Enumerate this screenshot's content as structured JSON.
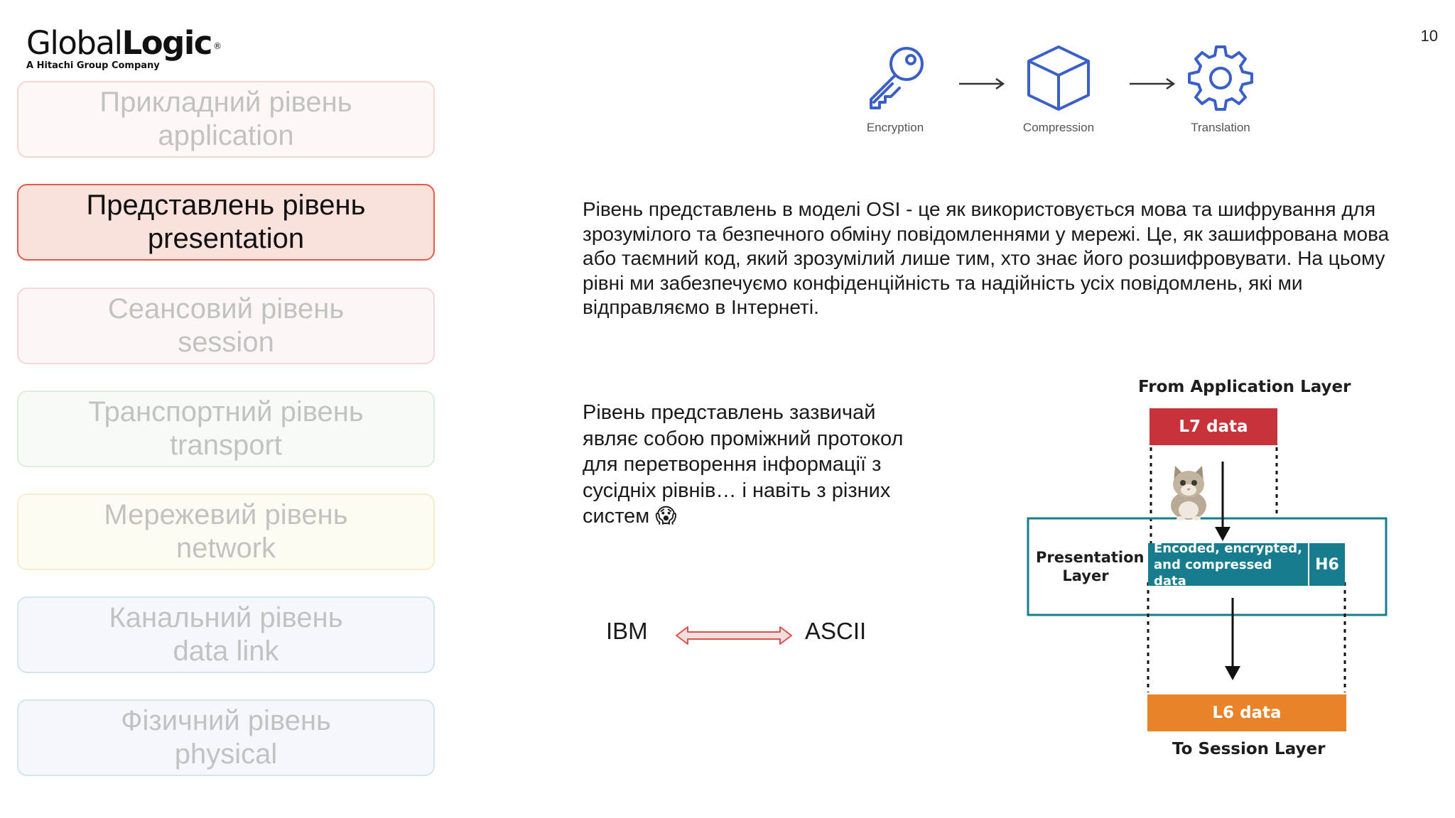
{
  "slide": {
    "page_number": "10"
  },
  "logo": {
    "word_light": "Global",
    "word_bold": "Logic",
    "trademark": "®",
    "subtitle": "A Hitachi Group Company"
  },
  "layers": [
    {
      "name_uk": "Прикладний рівень",
      "name_en": "application",
      "active": false
    },
    {
      "name_uk": "Представлень рівень",
      "name_en": "presentation",
      "active": true
    },
    {
      "name_uk": "Сеансовий рівень",
      "name_en": "session",
      "active": false
    },
    {
      "name_uk": "Транспортний рівень",
      "name_en": "transport",
      "active": false
    },
    {
      "name_uk": "Мережевий рівень",
      "name_en": "network",
      "active": false
    },
    {
      "name_uk": "Канальний рівень",
      "name_en": "data link",
      "active": false
    },
    {
      "name_uk": "Фізичний рівень",
      "name_en": "physical",
      "active": false
    }
  ],
  "icon_strip": {
    "items": [
      {
        "icon": "key-icon",
        "label": "Encryption"
      },
      {
        "icon": "cube-icon",
        "label": "Compression"
      },
      {
        "icon": "gear-icon",
        "label": "Translation"
      }
    ],
    "color": "#3a5fc8"
  },
  "paragraph_main": "Рівень представлень в моделі OSI - це як використовується мова та шифрування для зрозумілого та безпечного обміну повідомленнями у мережі. Це, як зашифрована мова або таємний код, який зрозумілий лише тим, хто знає його розшифровувати. На цьому рівні ми забезпечуємо конфіденційність та надійність усіх повідомлень, які ми відправляємо в Інтернеті.",
  "paragraph_secondary": "Рівень представлень зазвичай являє собою проміжний протокол для перетворення інформації з сусідніх рівнів… і навіть з різних систем 😱",
  "conversion": {
    "left": "IBM",
    "right": "ASCII"
  },
  "diagram": {
    "top_label": "From Application Layer",
    "l7_label": "L7 data",
    "layer_label_line1": "Presentation",
    "layer_label_line2": "Layer",
    "encoded_line1": "Encoded, encrypted,",
    "encoded_line2": "and compressed data",
    "header_label": "H6",
    "l6_label": "L6 data",
    "bottom_label": "To Session Layer",
    "colors": {
      "l7": "#c8323a",
      "teal": "#177d8e",
      "l6": "#e8832a"
    }
  }
}
